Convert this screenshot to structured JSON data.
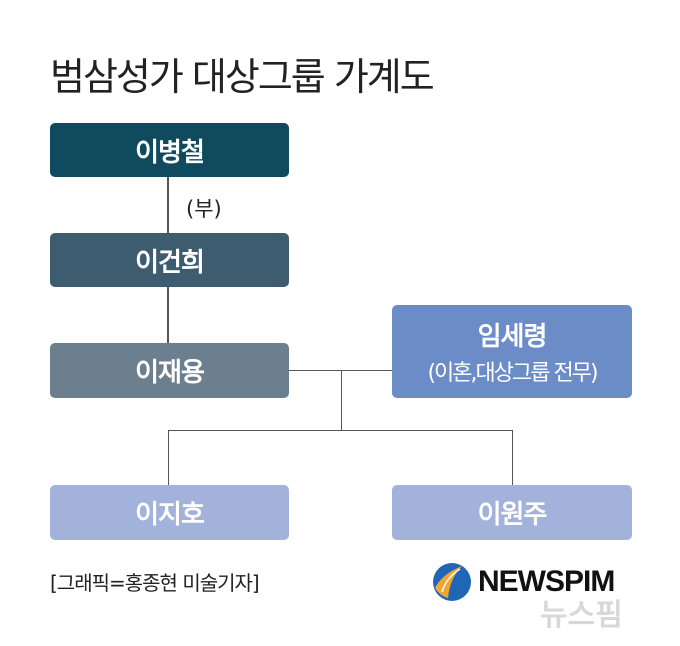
{
  "title": "범삼성가 대상그룹 가계도",
  "nodes": {
    "grandfather": {
      "name": "이병철",
      "color": "#0f4a5e"
    },
    "father": {
      "name": "이건희",
      "color": "#3e5c70"
    },
    "self": {
      "name": "이재용",
      "color": "#6c7f8e"
    },
    "ex_wife": {
      "name": "임세령",
      "note": "(이혼,대상그룹 전무)",
      "color": "#6b8cc6"
    },
    "child1": {
      "name": "이지호",
      "color": "#a2b2db"
    },
    "child2": {
      "name": "이원주",
      "color": "#a2b2db"
    }
  },
  "relation_label": "(부)",
  "credit": "[그래픽=홍종현 미술기자]",
  "logo": {
    "text": "NEWSPIM",
    "watermark": "뉴스핌"
  }
}
